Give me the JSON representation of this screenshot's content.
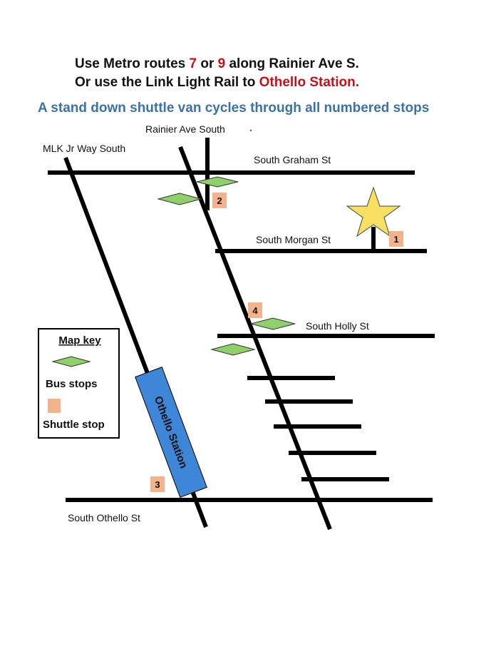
{
  "header": {
    "line1_a": "Use Metro routes ",
    "line1_route1": "7",
    "line1_b": " or ",
    "line1_route2": "9",
    "line1_c": " along Rainier Ave S.",
    "line2_a": "Or use the Link Light Rail to ",
    "line2_station": "Othello Station.",
    "line3": "A stand down shuttle van cycles through all numbered stops"
  },
  "streets": {
    "rainier": "Rainier Ave South",
    "mlk": "MLK Jr Way South",
    "graham": "South Graham St",
    "morgan": "South Morgan St",
    "holly": "South Holly St",
    "othello": "South Othello St"
  },
  "station_label": "Othello Station",
  "shuttle_stops": [
    "1",
    "2",
    "3",
    "4"
  ],
  "map_key": {
    "title": "Map key",
    "bus_stops": "Bus stops",
    "shuttle_stop": "Shuttle stop"
  },
  "colors": {
    "red_text": "#c4121a",
    "blue_text": "#3b73a8",
    "bus_stop": "#8ed06a",
    "shuttle_stop": "#f5b38c",
    "station": "#3d86d8",
    "star": "#f7e062"
  },
  "icons": {
    "destination": "star-icon",
    "bus_stop": "diamond-icon",
    "shuttle_stop": "square-icon"
  }
}
